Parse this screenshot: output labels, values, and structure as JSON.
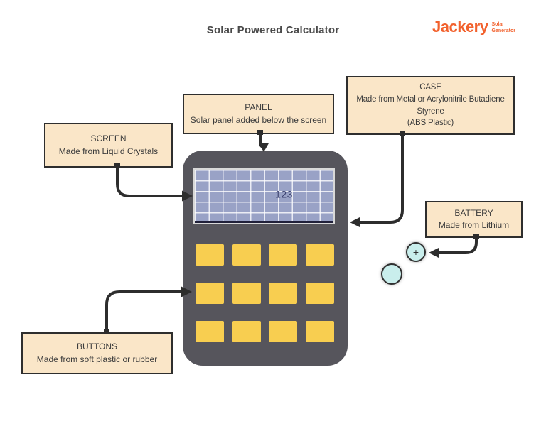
{
  "header": {
    "title": "Solar Powered Calculator",
    "logo": {
      "brand": "Jackery",
      "tagline_line1": "Solar",
      "tagline_line2": "Generator",
      "color": "#f2612d"
    }
  },
  "boxes": {
    "screen": {
      "title": "SCREEN",
      "lines": [
        "Made from Liquid Crystals"
      ]
    },
    "panel": {
      "title": "PANEL",
      "lines": [
        "Solar panel added below the screen"
      ]
    },
    "case": {
      "title": "CASE",
      "lines": [
        "Made from Metal or Acrylonitrile Butadiene",
        "Styrene",
        "(ABS Plastic)"
      ]
    },
    "battery": {
      "title": "BATTERY",
      "lines": [
        "Made from Lithium"
      ]
    },
    "buttons": {
      "title": "BUTTONS",
      "lines": [
        "Made from soft plastic or rubber"
      ]
    }
  },
  "calculator": {
    "display_value": "123",
    "button_rows": 3,
    "button_columns": 4
  },
  "battery_cells": {
    "plus_symbol": "+"
  },
  "colors": {
    "label_box_fill": "#fae6c8",
    "label_box_border": "#2e2e2e",
    "calculator_body": "#56555c",
    "calculator_button": "#f8ce50",
    "solar_panel": "#99a2c6",
    "display_text": "#3a4070",
    "battery_cell_fill": "#c9eeec",
    "connector_line": "#2d2d2d",
    "brand_orange": "#f2612d",
    "title_text": "#4a4a4a"
  }
}
